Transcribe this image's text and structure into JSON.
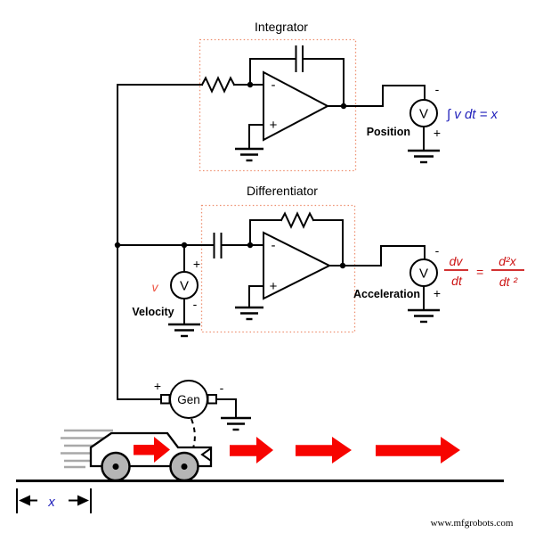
{
  "page": {
    "watermark": "www.mfgrobots.com"
  },
  "colors": {
    "box_dash": "#ee9070",
    "arrow_red": "#f70400",
    "formula_blue": "#2222bb",
    "formula_red": "#cc1414",
    "velocity_red": "#ee5544",
    "wheel_gray": "#b5b5b5",
    "speed_gray": "#a8a8a8"
  },
  "integrator": {
    "title": "Integrator",
    "minus": "-",
    "plus": "+"
  },
  "differentiator": {
    "title": "Differentiator",
    "minus": "-",
    "plus": "+"
  },
  "position_meter": {
    "label": "Position",
    "unit": "V",
    "minus": "-",
    "plus": "+",
    "formula": "∫ v dt = x"
  },
  "velocity_meter": {
    "label": "Velocity",
    "unit": "V",
    "minus": "-",
    "plus": "+",
    "symbol": "v"
  },
  "acceleration_meter": {
    "label": "Acceleration",
    "unit": "V",
    "minus": "-",
    "plus": "+",
    "num1": "dv",
    "den1": "dt",
    "equals": "=",
    "num2": "d²x",
    "den2": "dt ²"
  },
  "generator": {
    "label": "Gen",
    "plus": "+",
    "minus": "-"
  },
  "distance_marker": {
    "label": "x"
  }
}
